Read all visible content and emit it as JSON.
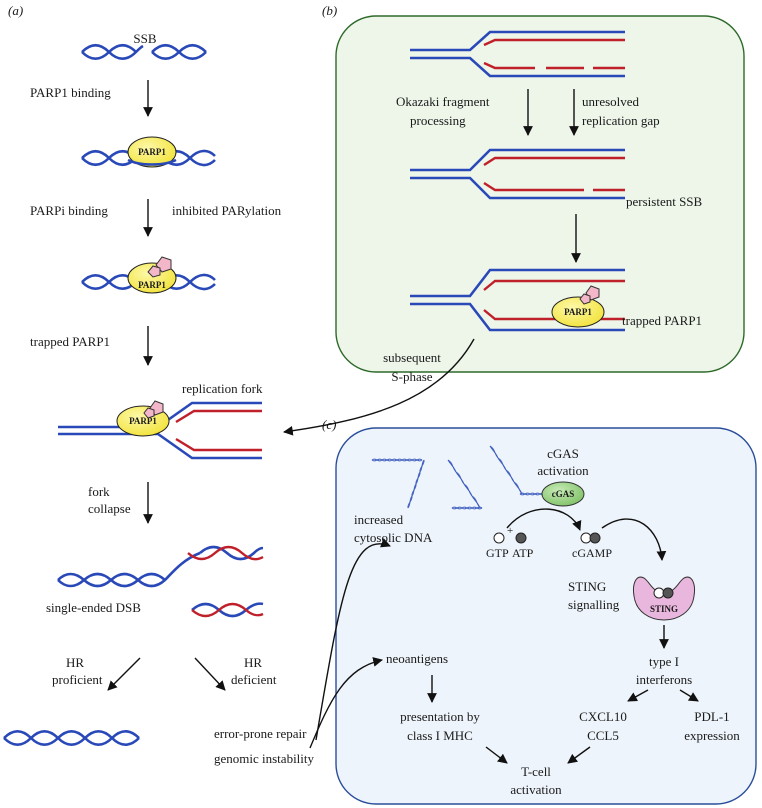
{
  "panels": {
    "a": "(a)",
    "b": "(b)",
    "c": "(c)"
  },
  "panel_a": {
    "ssb": "SSB",
    "parp1_binding": "PARP1 binding",
    "parpi_binding": "PARPi binding",
    "inhibited_parylation": "inhibited PARylation",
    "trapped_parp1": "trapped PARP1",
    "replication_fork": "replication fork",
    "fork_collapse_1": "fork",
    "fork_collapse_2": "collapse",
    "single_ended_dsb": "single-ended DSB",
    "hr_proficient_1": "HR",
    "hr_proficient_2": "proficient",
    "hr_deficient_1": "HR",
    "hr_deficient_2": "deficient",
    "error_prone_repair": "error-prone repair",
    "genomic_instability": "genomic instability",
    "parp1": "PARP1"
  },
  "panel_b": {
    "okazaki_1": "Okazaki fragment",
    "okazaki_2": "processing",
    "unresolved_1": "unresolved",
    "unresolved_2": "replication gap",
    "persistent_ssb": "persistent SSB",
    "trapped_parp1": "trapped PARP1",
    "subsequent_1": "subsequent",
    "subsequent_2": "S-phase",
    "parp1": "PARP1"
  },
  "panel_c": {
    "cgas_activation_1": "cGAS",
    "cgas_activation_2": "activation",
    "cgas": "cGAS",
    "increased_1": "increased",
    "increased_2": "cytosolic DNA",
    "gtp": "GTP",
    "plus": "+",
    "atp": "ATP",
    "cgamp": "cGAMP",
    "sting_signalling_1": "STING",
    "sting_signalling_2": "signalling",
    "sting": "STING",
    "type1_1": "type I",
    "type1_2": "interferons",
    "neoantigens": "neoantigens",
    "presentation_1": "presentation by",
    "presentation_2": "class I MHC",
    "cxcl10": "CXCL10",
    "ccl5": "CCL5",
    "pdl1_1": "PDL-1",
    "pdl1_2": "expression",
    "tcell_1": "T-cell",
    "tcell_2": "activation"
  },
  "colors": {
    "dna_blue": "#2a49b8",
    "dna_red": "#c0202a",
    "parp1_fill": "#f7ee5c",
    "parp_inhibitor": "#f4b7c9",
    "panel_b_bg": "#eef6ea",
    "panel_b_border": "#2e6a2a",
    "panel_c_bg": "#eef4fb",
    "panel_c_border": "#2a4f9a",
    "cgas_fill": "#9fd48c",
    "sting_fill": "#e9b7dd"
  }
}
